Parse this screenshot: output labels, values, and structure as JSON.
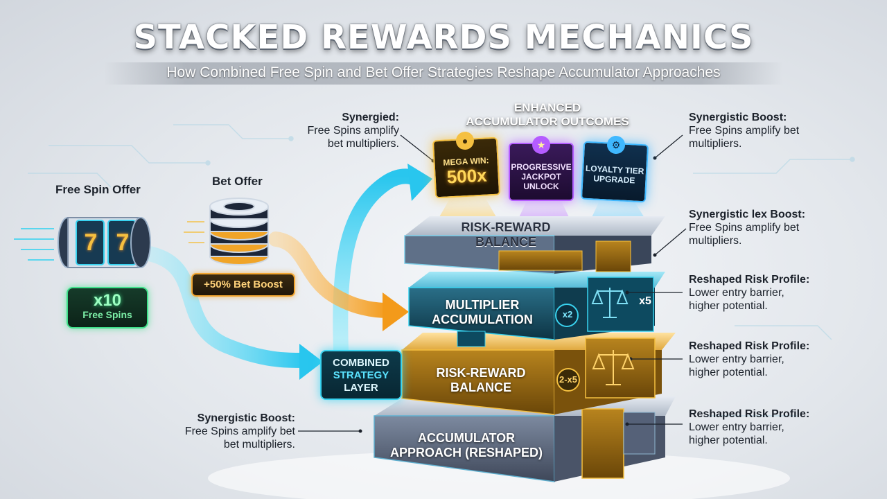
{
  "title": "STACKED REWARDS MECHANICS",
  "subtitle": "How Combined Free Spin and Bet Offer Strategies Reshape Accumulator Approaches",
  "free_spin_offer": {
    "label": "Free Spin Offer",
    "reel_digits": [
      "7",
      "7"
    ],
    "badge_count": "x10",
    "badge_label": "Free Spins"
  },
  "bet_offer": {
    "label": "Bet Offer",
    "badge": "+50% Bet Boost"
  },
  "combined_layer": {
    "line1": "COMBINED",
    "line2": "STRATEGY",
    "line3": "LAYER"
  },
  "outcomes": {
    "heading_line1": "ENHANCED",
    "heading_line2": "ACCUMULATOR OUTCOMES",
    "cards": [
      {
        "line1": "MEGA WIN:",
        "line2": "500x",
        "icon": "medal-icon"
      },
      {
        "line1": "PROGRESSIVE",
        "line2": "JACKPOT",
        "line3": "UNLOCK",
        "icon": "star-icon"
      },
      {
        "line1": "LOYALTY TIER",
        "line2": "UPGRADE",
        "icon": "gear-icon"
      }
    ]
  },
  "layers": {
    "top": {
      "line1": "RISK-REWARD",
      "line2": "BALANCE"
    },
    "multiplier": {
      "line1": "MULTIPLIER",
      "line2": "ACCUMULATION",
      "badge": "x2",
      "side_badge": "x5"
    },
    "risk": {
      "line1": "RISK-REWARD",
      "line2": "BALANCE",
      "badge": "2-x5"
    },
    "base": {
      "line1": "ACCUMULATOR",
      "line2": "APPROACH (RESHAPED)"
    }
  },
  "annotations": {
    "top_left": {
      "head": "Synergied:",
      "body1": "Free Spins amplify",
      "body2": "bet multipliers."
    },
    "bottom_left": {
      "head": "Synergistic Boost:",
      "body1": "Free Spins amplify bet",
      "body2": "bet multipliers."
    },
    "right": [
      {
        "head": "Synergistic Boost:",
        "body1": "Free Spins amplify bet",
        "body2": "multipliers."
      },
      {
        "head": "Synergistic lex Boost:",
        "body1": "Free Spins amplify bet",
        "body2": "multipliers."
      },
      {
        "head": "Reshaped Risk Profile:",
        "body1": "Lower entry barrier,",
        "body2": "higher potential."
      },
      {
        "head": "Reshaped Risk Profile:",
        "body1": "Lower entry barrier,",
        "body2": "higher potential."
      },
      {
        "head": "Reshaped Risk Profile:",
        "body1": "Lower entry barrier,",
        "body2": "higher potential."
      }
    ]
  },
  "colors": {
    "cyan": "#39d3f0",
    "orange": "#f2a530",
    "gold": "#f5c040",
    "purple": "#b55cff",
    "blue": "#3fb8ff",
    "green": "#3fe08a"
  }
}
